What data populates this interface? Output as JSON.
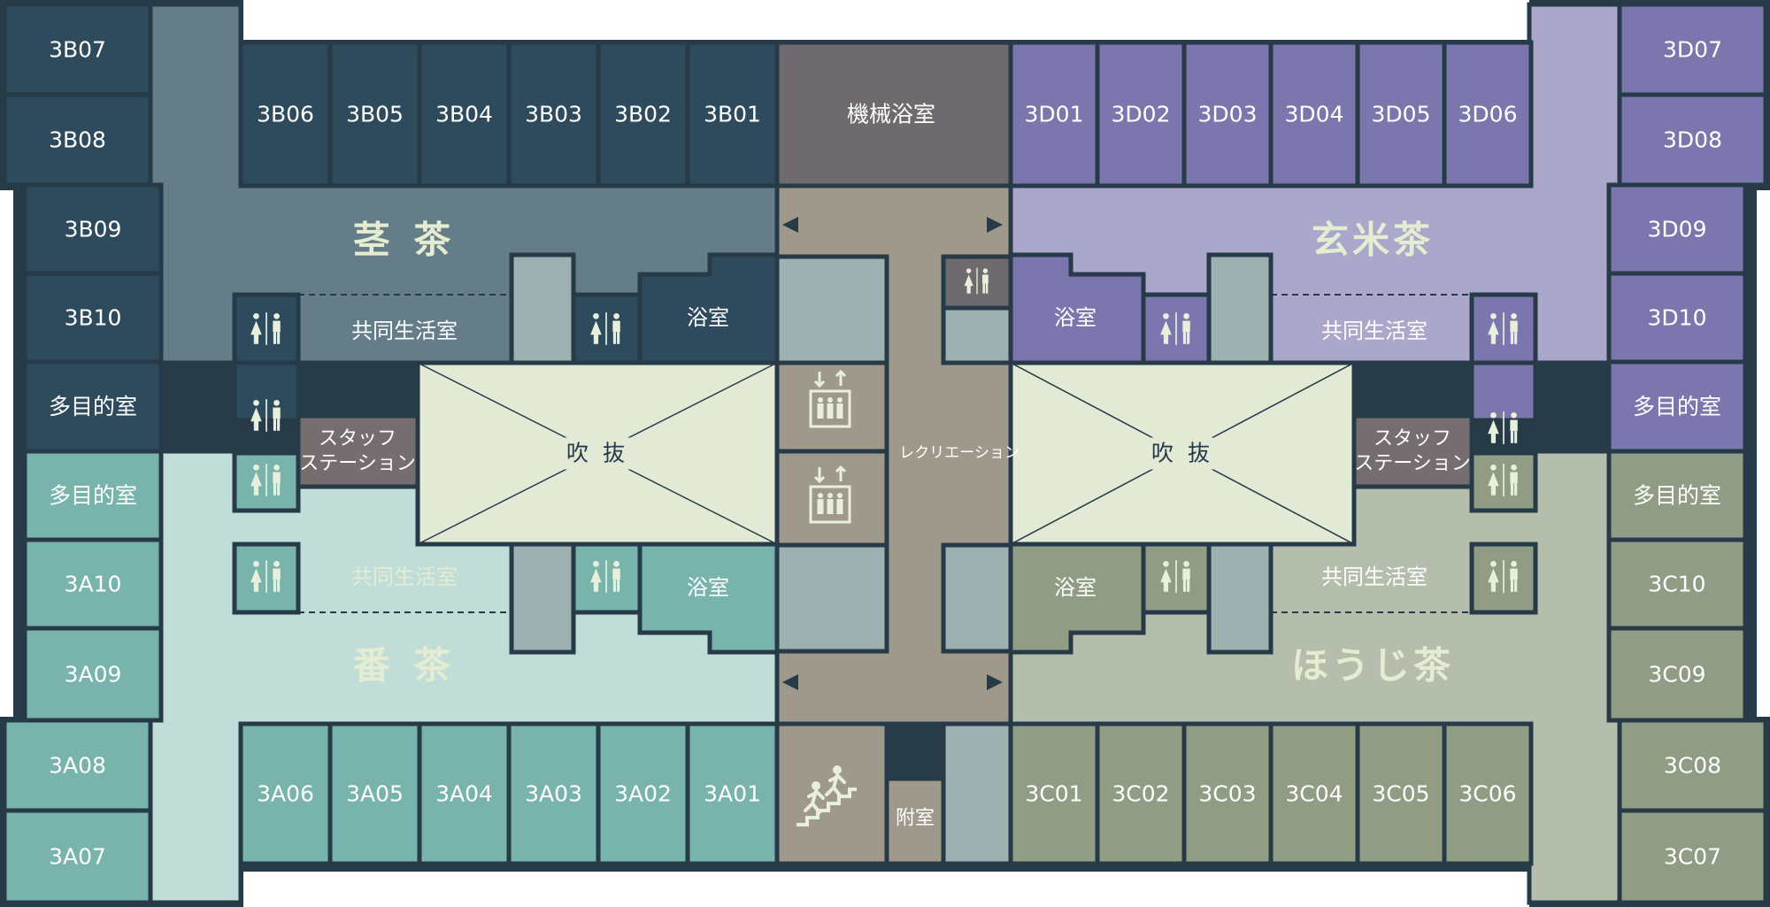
{
  "colors": {
    "wall": "#263a47",
    "bg": "#ffffff",
    "room_b": "#2e4b5e",
    "corr_b": "#657d88",
    "room_d": "#7b76ad",
    "corr_d": "#aaa7cb",
    "room_a": "#78b4ac",
    "corr_a": "#c0ddd8",
    "room_c": "#909c83",
    "corr_c": "#b5bdac",
    "core": "#9f998c",
    "machine": "#6e6a6d",
    "staff": "#756d70",
    "shaft": "#9fb0b1",
    "void": "#e2ead5",
    "label": "#ffffff",
    "label_soft": "#e4ecd2"
  },
  "wards": {
    "b": "茎 茶",
    "d": "玄米茶",
    "a": "番 茶",
    "c": "ほうじ茶"
  },
  "rooms_b_top": [
    "3B06",
    "3B05",
    "3B04",
    "3B03",
    "3B02",
    "3B01"
  ],
  "rooms_d_top": [
    "3D01",
    "3D02",
    "3D03",
    "3D04",
    "3D05",
    "3D06"
  ],
  "rooms_a_bottom": [
    "3A06",
    "3A05",
    "3A04",
    "3A03",
    "3A02",
    "3A01"
  ],
  "rooms_c_bottom": [
    "3C01",
    "3C02",
    "3C03",
    "3C04",
    "3C05",
    "3C06"
  ],
  "rooms_left": [
    "3B07",
    "3B08",
    "3B09",
    "3B10",
    "多目的室",
    "多目的室",
    "3A10",
    "3A09",
    "3A08",
    "3A07"
  ],
  "rooms_right": [
    "3D07",
    "3D08",
    "3D09",
    "3D10",
    "多目的室",
    "多目的室",
    "3C10",
    "3C09",
    "3C08",
    "3C07"
  ],
  "labels": {
    "machine_bath": "機械浴室",
    "bath": "浴室",
    "common_room": "共同生活室",
    "staff_station_1": "スタッフ",
    "staff_station_2": "ステーション",
    "atrium": "吹 抜",
    "recreation": "レクリエーション",
    "annex": "附室"
  },
  "icons": {
    "toilet": "toilet-icon",
    "elevator": "elevator-icon",
    "stairs": "stairs-icon",
    "arrow_left": "arrow-left-icon",
    "arrow_right": "arrow-right-icon"
  }
}
